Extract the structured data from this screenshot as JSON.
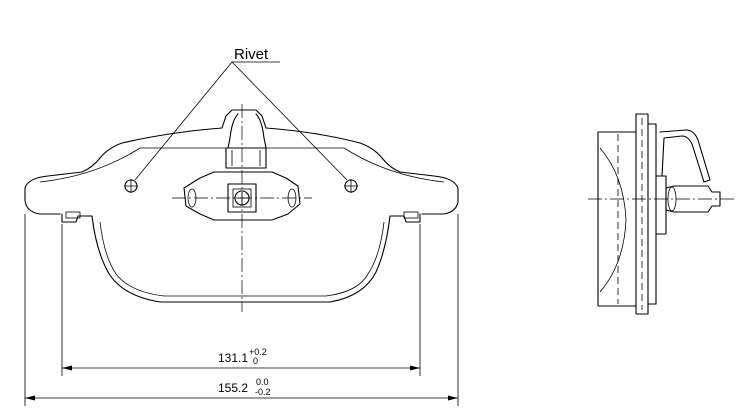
{
  "labels": {
    "rivet": "Rivet"
  },
  "dimensions": {
    "inner_width": {
      "value": "131.1",
      "tol_upper": "+0.2",
      "tol_lower": "0"
    },
    "outer_width": {
      "value": "155.2",
      "tol_upper": "0.0",
      "tol_lower": "-0.2"
    }
  }
}
